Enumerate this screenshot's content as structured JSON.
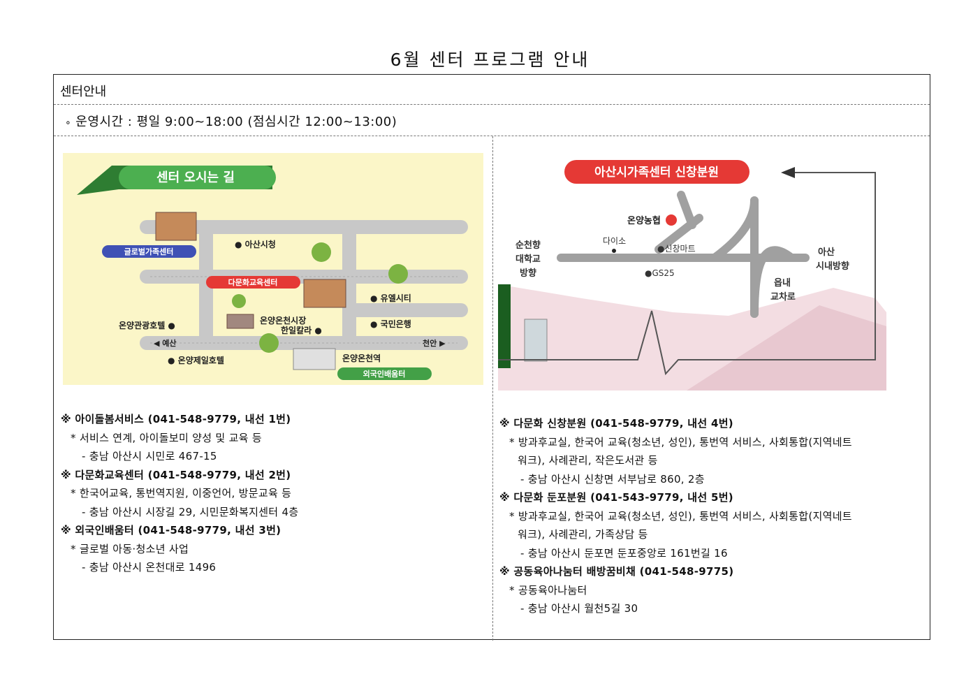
{
  "title": "6월 센터 프로그램 안내",
  "section_title": "센터안내",
  "hours": {
    "bullet": "∘",
    "text": "운영시간 : 평일 9:00~18:00 (점심시간 12:00~13:00)"
  },
  "map_left": {
    "banner": "센터 오시는 길",
    "labels": {
      "global": "글로벌가족센터",
      "cityhall": "● 아산시청",
      "multi": "다문화교육센터",
      "yuel": "● 유엘시티",
      "onyang_hotel": "온양관광호텔 ●",
      "market": "온양온천시장",
      "hanil": "한일칼라 ●",
      "kb": "● 국민은행",
      "yesan": "◀ 예산",
      "cheonan": "천안 ▶",
      "jeil": "● 온양제일호텔",
      "station": "온양온천역",
      "foreign": "외국인배움터"
    }
  },
  "map_right": {
    "banner": "아산시가족센터 신창분원",
    "labels": {
      "nonghyup": "온양농협",
      "daiso": "다이소",
      "sinchang_mart": "●신창마트",
      "gs25": "●GS25",
      "soonchunhyang": [
        "순천향",
        "대학교",
        "방향"
      ],
      "asan": [
        "아산",
        "시내방향"
      ],
      "eumnae": [
        "읍내",
        "교차로"
      ]
    }
  },
  "left_info": [
    {
      "type": "h",
      "text": "※ 아이돌봄서비스 (041-548-9779, 내선 1번)"
    },
    {
      "type": "b1",
      "text": "* 서비스 연계, 아이돌보미 양성 및 교육 등"
    },
    {
      "type": "b2",
      "text": "- 충남 아산시 시민로 467-15"
    },
    {
      "type": "h",
      "text": "※ 다문화교육센터 (041-548-9779, 내선 2번)"
    },
    {
      "type": "b1",
      "text": "* 한국어교육, 통번역지원, 이중언어, 방문교육 등"
    },
    {
      "type": "b2",
      "text": "- 충남 아산시 시장길 29, 시민문화복지센터 4층"
    },
    {
      "type": "h",
      "text": "※ 외국인배움터 (041-548-9779, 내선 3번)"
    },
    {
      "type": "b1",
      "text": "* 글로벌 아동·청소년 사업"
    },
    {
      "type": "b2",
      "text": "- 충남 아산시 온천대로 1496"
    }
  ],
  "right_info": [
    {
      "type": "h",
      "text": "※ 다문화 신창분원 (041-548-9779, 내선 4번)"
    },
    {
      "type": "b1",
      "text": "* 방과후교실, 한국어 교육(청소년, 성인), 통번역 서비스, 사회통합(지역네트"
    },
    {
      "type": "cont",
      "text": "워크), 사례관리, 작은도서관 등"
    },
    {
      "type": "b2",
      "text": "- 충남 아산시 신창면 서부남로 860, 2층"
    },
    {
      "type": "h",
      "text": "※ 다문화 둔포분원 (041-543-9779, 내선 5번)"
    },
    {
      "type": "b1",
      "text": "* 방과후교실, 한국어 교육(청소년, 성인), 통번역 서비스, 사회통합(지역네트"
    },
    {
      "type": "cont",
      "text": "워크), 사례관리, 가족상담 등"
    },
    {
      "type": "b2",
      "text": "- 충남 아산시 둔포면 둔포중앙로 161번길 16"
    },
    {
      "type": "h",
      "text": "※ 공동육아나눔터 배방꿈비채 (041-548-9775)"
    },
    {
      "type": "b1w",
      "text": "* 공동육아나눔터"
    },
    {
      "type": "b2",
      "text": "- 충남 아산시 월천5길 30"
    }
  ],
  "colors": {
    "map_bg": "#fbf6c8",
    "road": "#c8c8c8",
    "banner_green": "#4caf50",
    "label_blue": "#3f51b5",
    "label_red": "#e53935",
    "label_green": "#43a047"
  }
}
